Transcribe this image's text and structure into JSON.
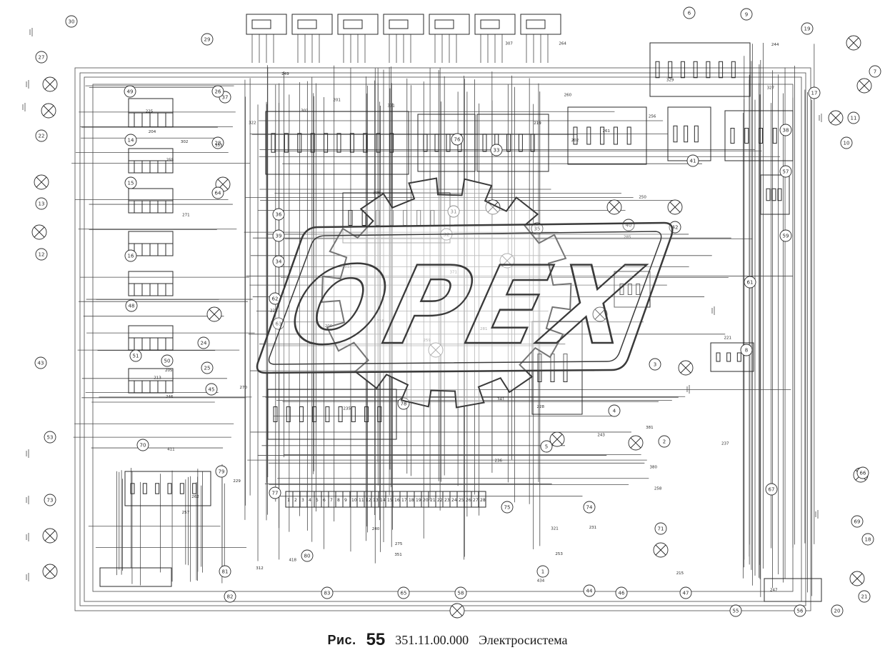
{
  "watermark": {
    "text": "OPEX"
  },
  "caption": {
    "prefix": "Рис.",
    "number": "55",
    "code": "351.11.00.000",
    "title": "Электросистема"
  },
  "colors": {
    "ink": "#2a2a2a",
    "watermark": "#3a3a3a",
    "background": "#ffffff"
  },
  "component_numbers": [
    "27",
    "22",
    "49",
    "14",
    "15",
    "16",
    "48",
    "51",
    "50",
    "45",
    "43",
    "13",
    "12",
    "53",
    "73",
    "70",
    "31",
    "32",
    "64",
    "37",
    "36",
    "39",
    "34",
    "62",
    "63",
    "33",
    "35",
    "40",
    "42",
    "41",
    "38",
    "57",
    "59",
    "61",
    "8",
    "3",
    "4",
    "5",
    "2",
    "66",
    "67",
    "69",
    "71",
    "74",
    "75",
    "76",
    "77",
    "78",
    "79",
    "80",
    "81",
    "82",
    "83",
    "65",
    "58",
    "44",
    "46",
    "47",
    "55",
    "56",
    "20",
    "21",
    "18",
    "19",
    "17",
    "11",
    "10",
    "9",
    "6",
    "7",
    "1",
    "24",
    "25",
    "26",
    "28",
    "29",
    "30"
  ],
  "wire_labels": [
    "201",
    "202",
    "204",
    "205",
    "206",
    "213",
    "215",
    "216",
    "219",
    "221",
    "222",
    "225",
    "228",
    "229",
    "231",
    "235",
    "236",
    "237",
    "240",
    "243",
    "244",
    "246",
    "247",
    "249",
    "250",
    "253",
    "255",
    "256",
    "257",
    "258",
    "259",
    "260",
    "261",
    "262",
    "264",
    "270",
    "271",
    "275",
    "281",
    "285",
    "301",
    "302",
    "306",
    "307",
    "312",
    "315",
    "321",
    "322",
    "327",
    "329",
    "331",
    "341",
    "351",
    "353",
    "371",
    "380",
    "381",
    "411",
    "418",
    "434"
  ],
  "terminal_strip_numbers": [
    "1",
    "2",
    "3",
    "4",
    "5",
    "6",
    "7",
    "8",
    "9",
    "10",
    "11",
    "12",
    "13",
    "14",
    "15",
    "16",
    "17",
    "18",
    "19",
    "20",
    "21",
    "22",
    "23",
    "24",
    "25",
    "26",
    "27",
    "28"
  ]
}
